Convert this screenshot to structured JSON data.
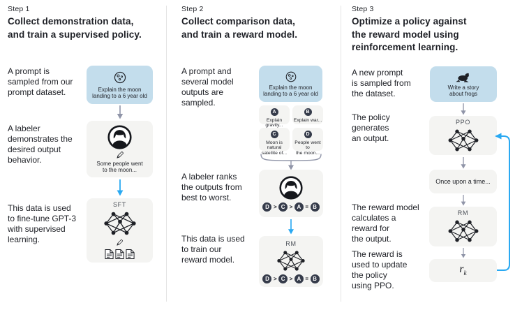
{
  "colors": {
    "ink": "#1e2026",
    "accent_blue": "#2aa9f2",
    "prompt_card_bg": "#c3ddec",
    "card_bg": "#f4f4f2",
    "arrow_gray": "#9095a8",
    "badge_bg": "#353b4a",
    "divider": "#e4e4e4"
  },
  "columns": [
    {
      "step_label": "Step 1",
      "title": "Collect demonstration data,\nand train a supervised policy.",
      "captions": [
        "A prompt is\nsampled from our\nprompt dataset.",
        "A labeler\ndemonstrates the\ndesired output\nbehavior.",
        "This data is used\nto fine-tune GPT-3\nwith supervised\nlearning."
      ],
      "cards": {
        "prompt": {
          "icon": "moon",
          "text": "Explain the moon\nlanding to a 6 year old"
        },
        "labeler": {
          "icon": "labeler-avatar",
          "text": "Some people went\nto the moon..."
        },
        "sft": {
          "label": "SFT"
        }
      }
    },
    {
      "step_label": "Step 2",
      "title": "Collect comparison data,\nand train a reward model.",
      "captions": [
        "A prompt and\nseveral model\noutputs are\nsampled.",
        "A labeler ranks\nthe outputs from\nbest to worst.",
        "This data is used\nto train our\nreward model."
      ],
      "cards": {
        "prompt": {
          "icon": "moon",
          "text": "Explain the moon\nlanding to a 6 year old"
        },
        "outputs": [
          {
            "letter": "A",
            "text": "Explain gravity..."
          },
          {
            "letter": "B",
            "text": "Explain war..."
          },
          {
            "letter": "C",
            "text": "Moon is natural\nsatellite of..."
          },
          {
            "letter": "D",
            "text": "People went to\nthe moon..."
          }
        ],
        "ranking": {
          "letters": [
            "D",
            "C",
            "A",
            "B"
          ],
          "seps": [
            ">",
            ">",
            "="
          ]
        },
        "rm": {
          "label": "RM"
        }
      }
    },
    {
      "step_label": "Step 3",
      "title": "Optimize a policy against\nthe reward model using\nreinforcement learning.",
      "captions": [
        "A new prompt\nis sampled from\nthe dataset.",
        "The policy\ngenerates\nan output.",
        "The reward model\ncalculates a\nreward for\nthe output.",
        "The reward is\nused to update\nthe policy\nusing PPO."
      ],
      "cards": {
        "prompt": {
          "icon": "frog",
          "text": "Write a story\nabout frogs"
        },
        "ppo": {
          "label": "PPO"
        },
        "output": {
          "text": "Once upon a time..."
        },
        "rm": {
          "label": "RM"
        },
        "reward": {
          "symbol": "r",
          "subscript": "k"
        }
      }
    }
  ]
}
